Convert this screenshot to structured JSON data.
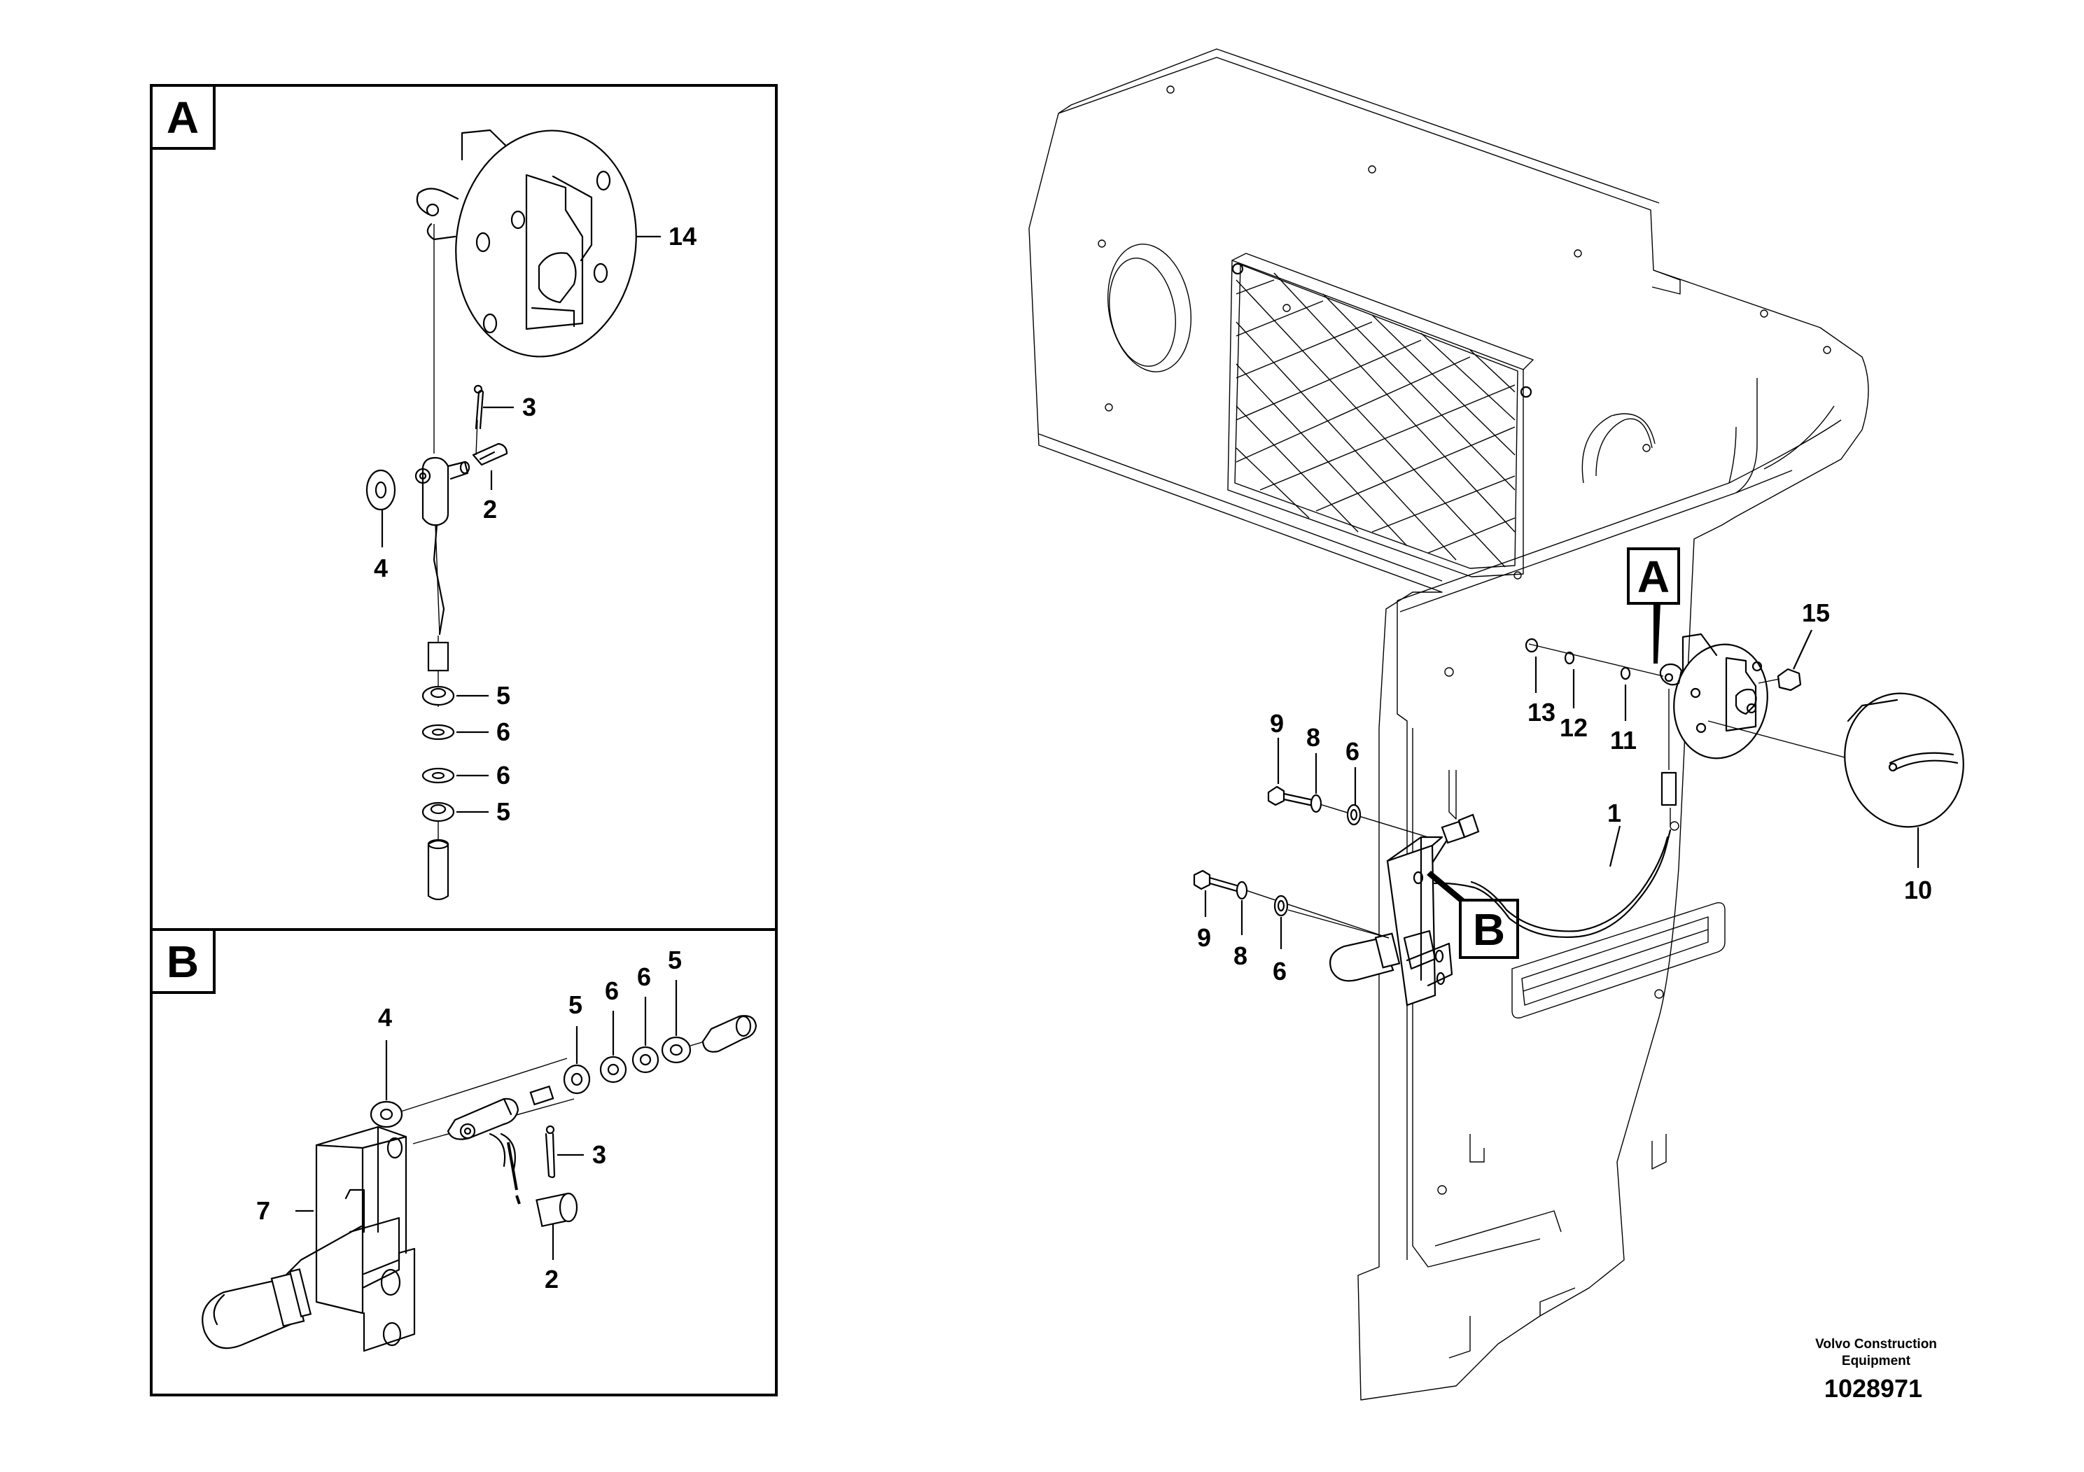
{
  "panels": {
    "a_letter": "A",
    "b_letter": "B"
  },
  "callouts": {
    "a_letter": "A",
    "b_letter": "B"
  },
  "labels_a": {
    "n14": "14",
    "n3": "3",
    "n2": "2",
    "n4": "4",
    "n5_top": "5",
    "n6_top": "6",
    "n6_bottom": "6",
    "n5_bottom": "5"
  },
  "labels_b": {
    "n4": "4",
    "n5_left": "5",
    "n6_left": "6",
    "n6_right": "6",
    "n5_right": "5",
    "n3": "3",
    "n7": "7",
    "n2": "2"
  },
  "labels_main": {
    "n15": "15",
    "n13": "13",
    "n12": "12",
    "n11": "11",
    "n9_top": "9",
    "n8_top": "8",
    "n6_top": "6",
    "n1": "1",
    "n10": "10",
    "n9_bottom": "9",
    "n8_bottom": "8",
    "n6_bottom": "6"
  },
  "footer": {
    "company_line1": "Volvo Construction",
    "company_line2": "Equipment",
    "drawing_number": "1028971"
  }
}
